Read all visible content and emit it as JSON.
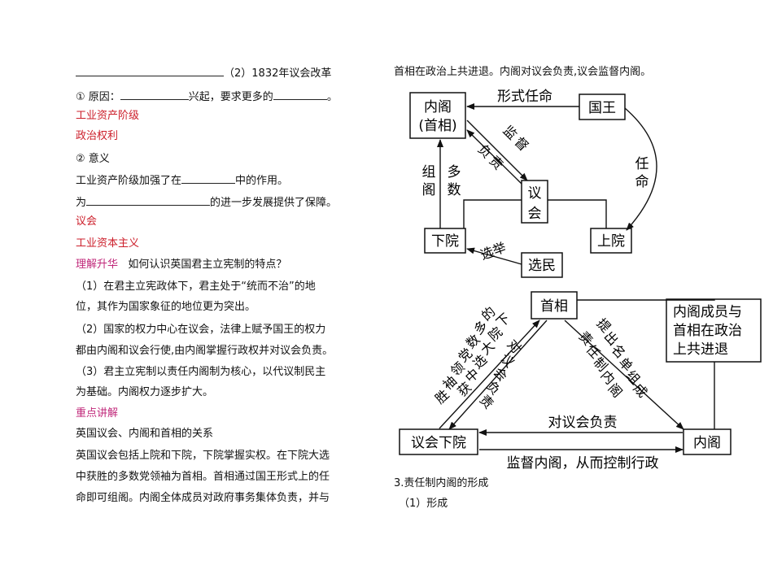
{
  "left": {
    "l1_title": "（2）1832年议会改革",
    "l2_a": "① 原因：",
    "l2_b": "兴起，要求更多的",
    "l2_c": "。",
    "ans1": "工业资产阶级",
    "ans2": "政治权利",
    "l5": "② 意义",
    "l6_a": "工业资产阶级加强了在",
    "l6_b": "中的作用。",
    "l7_a": "为",
    "l7_b": "的进一步发展提供了保障。",
    "ans3": "议会",
    "ans4": "工业资本主义",
    "l10_tag": "理解升华",
    "l10_q": "如何认识英国君主立宪制的特点？",
    "p1_1": "（1）在君主立宪政体下，君主处于“统而不治”的地",
    "p1_2": "位，其作为国家象征的地位更为突出。",
    "p2_1": "（2）国家的权力中心在议会，法律上赋予国王的权力",
    "p2_2": "都由内阁和议会行使,由内阁掌握行政权并对议会负责。",
    "p3_1": "（3）君主立宪制以责任内阁制为核心，以代议制民主",
    "p3_2": "为基础。内阁权力逐步扩大。",
    "focus": "重点讲解",
    "sub": "英国议会、内阁和首相的关系",
    "b1": "英国议会包括上院和下院，下院掌握实权。在下院大选",
    "b2": "中获胜的多数党领袖为首相。首相通过国王形式上的任",
    "b3": "命即可组阁。内阁全体成员对政府事务集体负责，并与"
  },
  "right": {
    "top": "首相在政治上共进退。内阁对议会负责,议会监督内阁。",
    "d1": {
      "cabinet_1": "内阁",
      "cabinet_2": "(首相)",
      "king": "国王",
      "formal": "形式任命",
      "appoint_1": "任",
      "appoint_2": "命",
      "supervise_1": "监",
      "supervise_2": "督",
      "resp_1": "负",
      "resp_2": "责",
      "parl_1": "议",
      "parl_2": "会",
      "form_1": "组",
      "form_2": "阁",
      "maj_1": "多",
      "maj_2": "数",
      "lower": "下院",
      "upper": "上院",
      "elect": "选举",
      "voters": "选民"
    },
    "d2": {
      "pm": "首相",
      "note_1": "内阁成员与",
      "note_2": "首相在政治",
      "note_3": "上共进退",
      "lower_parl": "议会下院",
      "cabinet": "内阁",
      "resp_parl": "对议会负责",
      "supervise": "监督内阁，从而控制行政",
      "left_diag": [
        "的",
        "下",
        "多",
        "院",
        "数",
        "大",
        "党",
        "选",
        "领",
        "中",
        "袖",
        "获",
        "胜"
      ],
      "right_diag_a": [
        "对",
        "议",
        "会",
        "负",
        "责"
      ],
      "right_diag_b": [
        "提",
        "出",
        "名",
        "单",
        "组",
        "成"
      ],
      "right_diag_c": [
        "责",
        "任",
        "制",
        "内",
        "阁"
      ]
    },
    "s3": "3.责任制内阁的形成",
    "s3_1": "（1）形成"
  }
}
